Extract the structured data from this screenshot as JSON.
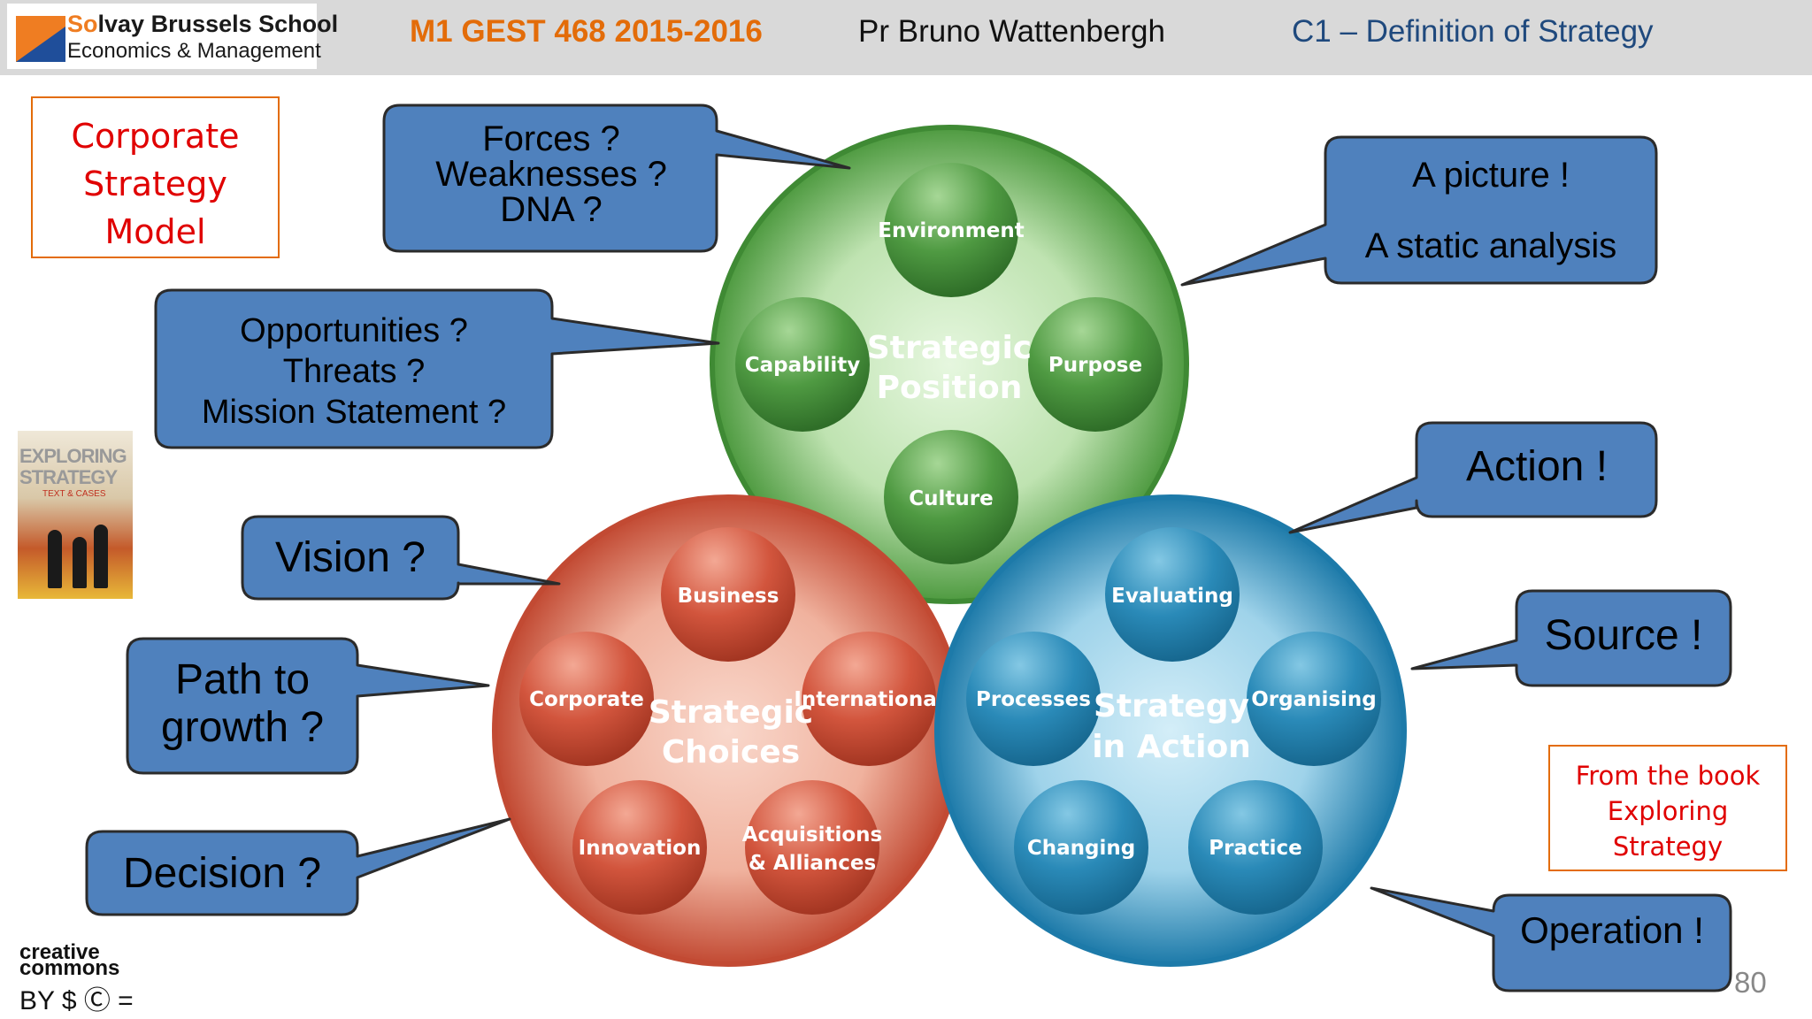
{
  "header": {
    "logo_line1_a": "S",
    "logo_line1_o": "o",
    "logo_line1_b": "lvay Brussels School",
    "logo_line2": "Economics & Management",
    "course": "M1 GEST 468  2015-2016",
    "professor": "Pr Bruno Wattenbergh",
    "chapter": "C1 – Definition of Strategy"
  },
  "model_box": [
    "Corporate",
    "Strategy",
    "Model"
  ],
  "source_box": [
    "From the book",
    "Exploring",
    "Strategy"
  ],
  "book": {
    "title1": "EXPLORING",
    "title2": "STRATEGY",
    "subtitle": "TEXT & CASES"
  },
  "circles": {
    "position": {
      "title": [
        "Strategic",
        "Position"
      ],
      "items": [
        "Environment",
        "Capability",
        "Purpose",
        "Culture"
      ]
    },
    "choices": {
      "title": [
        "Strategic",
        "Choices"
      ],
      "items": [
        "Business",
        "Corporate",
        "International",
        "Innovation",
        "Acquisitions",
        "& Alliances"
      ]
    },
    "action": {
      "title": [
        "Strategy",
        "in Action"
      ],
      "items": [
        "Evaluating",
        "Processes",
        "Organising",
        "Changing",
        "Practice"
      ]
    }
  },
  "callouts": {
    "forces": [
      "Forces ?",
      "Weaknesses ?",
      "DNA ?"
    ],
    "opportunities": [
      "Opportunities ?",
      "Threats ?",
      "Mission Statement ?"
    ],
    "vision": [
      "Vision ?"
    ],
    "path": [
      "Path to",
      "growth ?"
    ],
    "decision": [
      "Decision ?"
    ],
    "picture": [
      "A picture !",
      "A static analysis"
    ],
    "action": [
      "Action !"
    ],
    "source": [
      "Source !"
    ],
    "operation": [
      "Operation !"
    ]
  },
  "license": {
    "cc_line1": "creative",
    "cc_line2": "commons",
    "icons": "BY $ Ⓒ ="
  },
  "page_number": "80",
  "colors": {
    "callout_fill": "#4f81bd",
    "position_green": "#5aa84a",
    "choices_red": "#d8604a",
    "action_blue": "#2a8ab8",
    "course_orange": "#e36c09",
    "chapter_blue": "#1f497d",
    "model_red": "#e00000"
  }
}
